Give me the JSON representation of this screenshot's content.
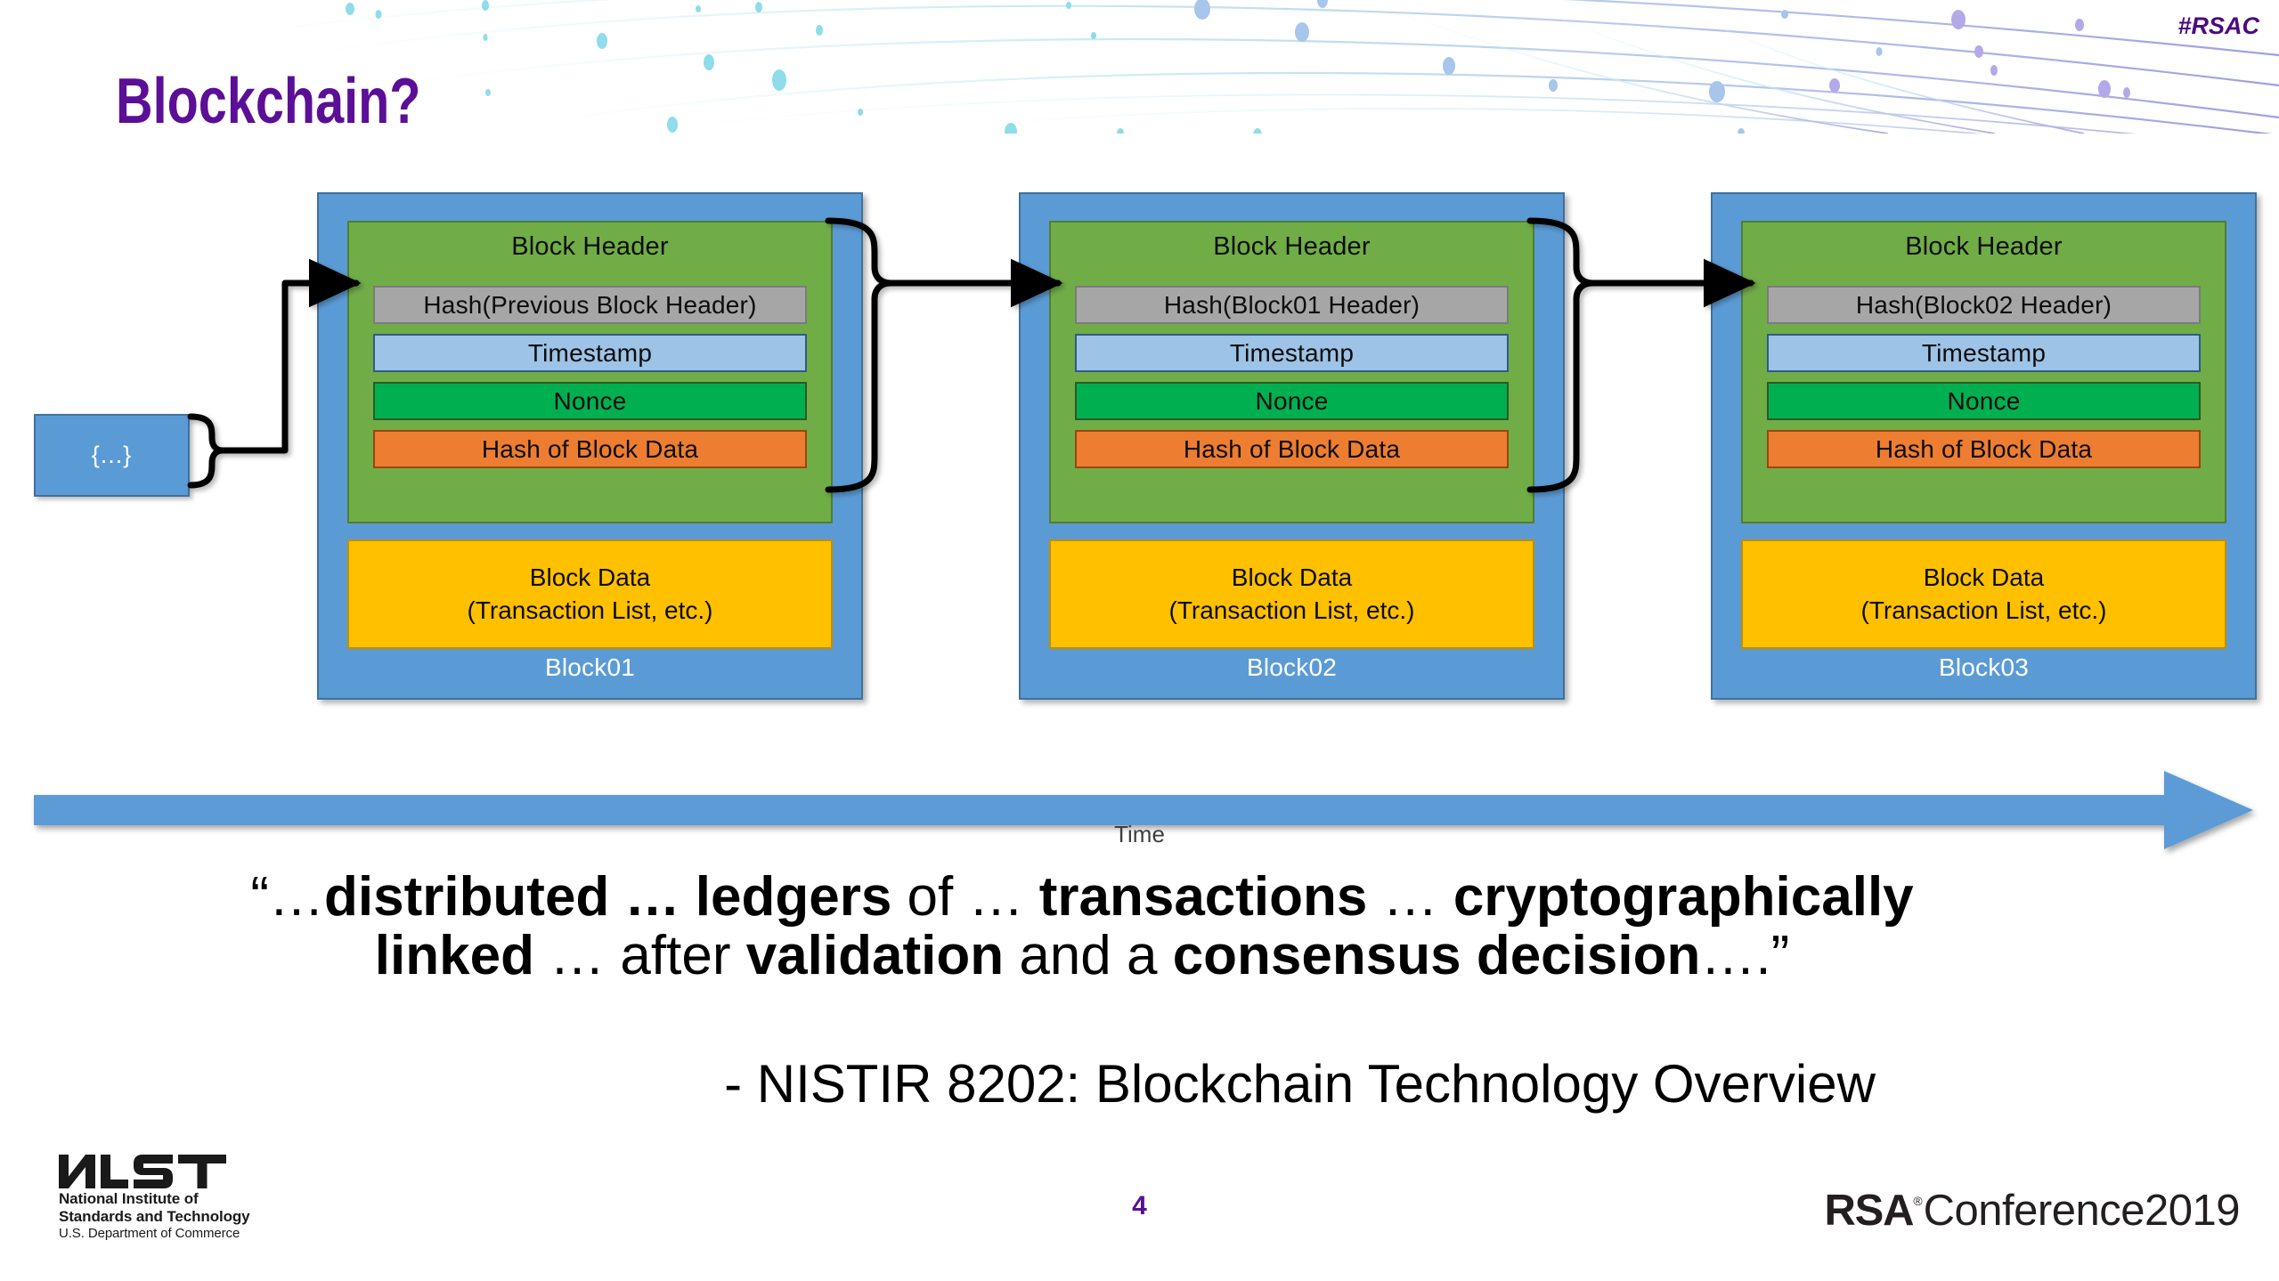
{
  "header": {
    "hashtag": "#RSAC",
    "title": "Blockchain?"
  },
  "diagram": {
    "ellipsis_box_label": "{...}",
    "time_axis_label": "Time",
    "blocks": [
      {
        "name": "Block01",
        "header_title": "Block Header",
        "hash_field": "Hash(Previous Block Header)",
        "timestamp_field": "Timestamp",
        "nonce_field": "Nonce",
        "hash_of_block_data_field": "Hash of Block Data",
        "block_data_line1": "Block Data",
        "block_data_line2": "(Transaction List, etc.)"
      },
      {
        "name": "Block02",
        "header_title": "Block Header",
        "hash_field": "Hash(Block01 Header)",
        "timestamp_field": "Timestamp",
        "nonce_field": "Nonce",
        "hash_of_block_data_field": "Hash of Block Data",
        "block_data_line1": "Block Data",
        "block_data_line2": "(Transaction List, etc.)"
      },
      {
        "name": "Block03",
        "header_title": "Block Header",
        "hash_field": "Hash(Block02 Header)",
        "timestamp_field": "Timestamp",
        "nonce_field": "Nonce",
        "hash_of_block_data_field": "Hash of Block Data",
        "block_data_line1": "Block Data",
        "block_data_line2": "(Transaction List, etc.)"
      }
    ]
  },
  "quote": {
    "open_quote": "“…",
    "seg1_bold": "distributed … ledgers",
    "seg2": " of … ",
    "seg3_bold": "transactions",
    "seg4": " … ",
    "seg5_bold": "cryptographically linked",
    "seg6": " … after ",
    "seg7_bold": "validation",
    "seg8": " and a ",
    "seg9_bold": "consensus decision",
    "close_quote": "….”",
    "line1": "“…distributed … ledgers of … transactions … cryptographically",
    "line2": "linked … after validation and a consensus decision….”",
    "attribution": "- NISTIR 8202: Blockchain Technology Overview"
  },
  "footer": {
    "nist_wordmark": "NIST",
    "nist_line1": "National Institute of",
    "nist_line2": "Standards and Technology",
    "nist_line3": "U.S. Department of Commerce",
    "page_number": "4",
    "rsa_mark": "RSA",
    "rsa_reg": "®",
    "rsa_conference": "Conference2019"
  },
  "colors": {
    "title_purple": "#5b0f96",
    "block_blue": "#5b9bd5",
    "header_green": "#70ad47",
    "hash_gray": "#a6a6a6",
    "timestamp_blue": "#9dc3e6",
    "nonce_green": "#00b050",
    "hash_data_orange": "#ed7d31",
    "block_data_yellow": "#ffc000",
    "deco_cyan": "#9fe3ef",
    "deco_lavender": "#b3b3e6"
  }
}
